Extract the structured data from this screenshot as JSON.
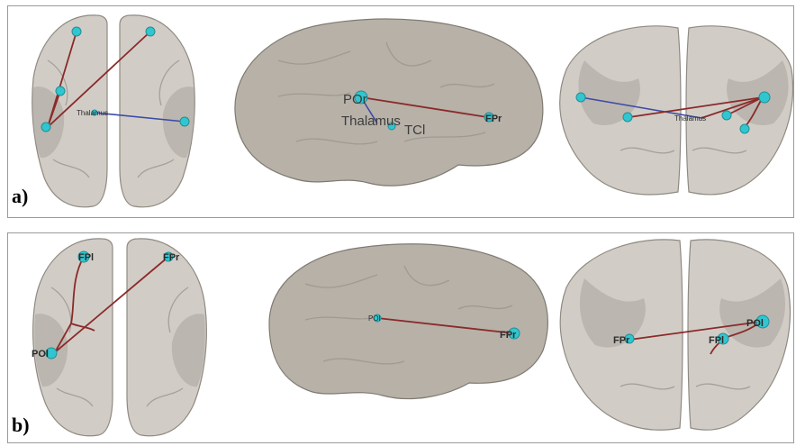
{
  "panels": [
    {
      "id": "a",
      "label": "a)",
      "top_view": {
        "node_labels": [
          "Thalamus"
        ]
      },
      "side_view": {
        "node_labels": [
          "POr",
          "Thalamus",
          "TCl",
          "FPr"
        ]
      },
      "front_view": {
        "node_labels": [
          "Thalamus"
        ]
      }
    },
    {
      "id": "b",
      "label": "b)",
      "top_view": {
        "node_labels": [
          "FPl",
          "FPr",
          "POl"
        ]
      },
      "side_view": {
        "node_labels": [
          "POl",
          "FPr"
        ]
      },
      "front_view": {
        "node_labels": [
          "FPr",
          "FPl",
          "POl"
        ]
      }
    }
  ],
  "colors": {
    "node": "#31c6cf",
    "edge_red": "#8b2a2a",
    "edge_blue": "#3c4aa8",
    "brain": "#d1cdc6"
  }
}
